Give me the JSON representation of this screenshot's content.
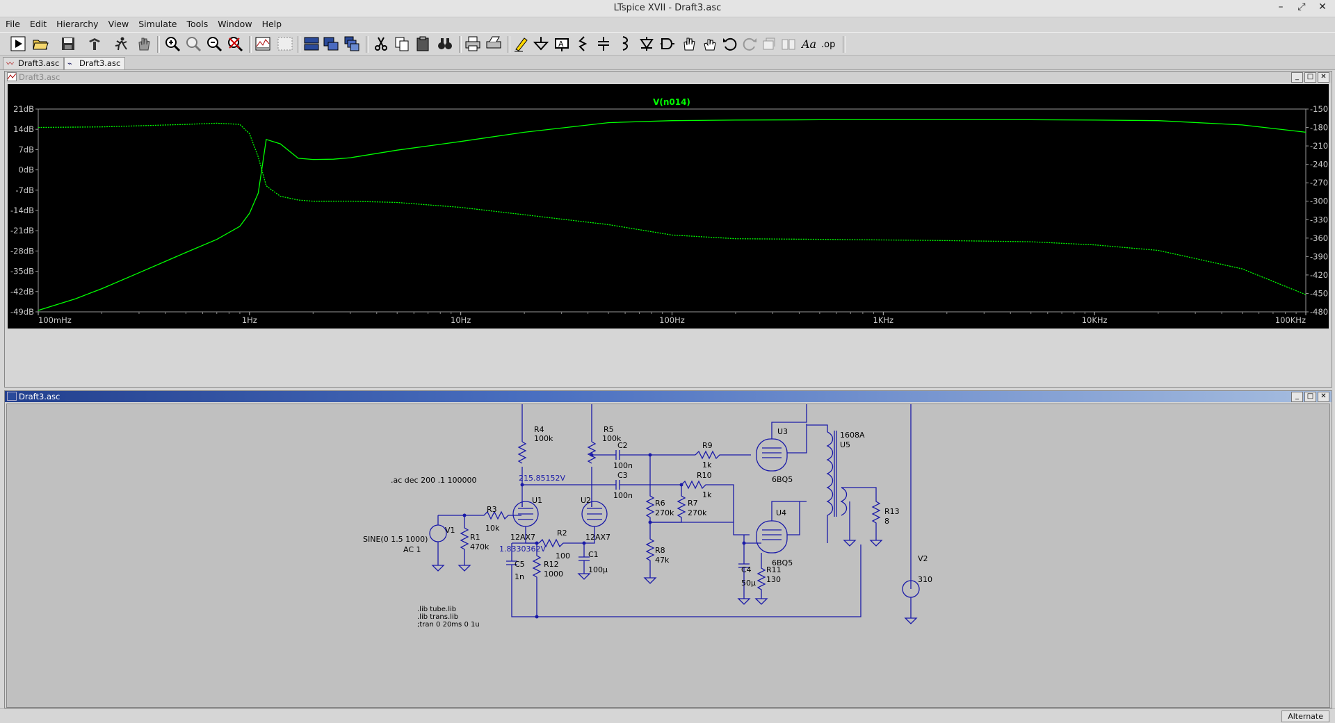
{
  "window": {
    "title": "LTspice XVII - Draft3.asc",
    "controls": [
      "–",
      "⤢",
      "✕"
    ]
  },
  "menu": [
    "File",
    "Edit",
    "Hierarchy",
    "View",
    "Simulate",
    "Tools",
    "Window",
    "Help"
  ],
  "tabs": [
    {
      "label": "Draft3.asc",
      "icon": "waveform-icon",
      "active": false
    },
    {
      "label": "Draft3.asc",
      "icon": "schematic-icon",
      "active": true
    }
  ],
  "toolbar_icons": [
    "run-icon",
    "open-icon",
    "save-icon",
    "control-panel-icon",
    "halt-icon",
    "hand-icon",
    "zoom-in-icon",
    "zoom-pan-icon",
    "zoom-out-icon",
    "zoom-fit-icon",
    "autorange-icon",
    "grid-icon",
    "tile-horizontal-icon",
    "tile-vertical-icon",
    "cascade-icon",
    "cut-icon",
    "copy-icon",
    "paste-icon",
    "find-icon",
    "print-icon",
    "print-setup-icon",
    "draw-wire-icon",
    "ground-icon",
    "label-net-icon",
    "resistor-icon",
    "capacitor-icon",
    "inductor-icon",
    "diode-icon",
    "component-icon",
    "move-icon",
    "drag-icon",
    "undo-icon",
    "redo-icon",
    "rotate-icon",
    "mirror-icon",
    "text-icon",
    "spice-directive-icon"
  ],
  "plot_window": {
    "title": "Draft3.asc",
    "trace_name": "V(n014)",
    "trace_color": "#00ff00",
    "left_axis_ticks": [
      "21dB",
      "14dB",
      "7dB",
      "0dB",
      "-7dB",
      "-14dB",
      "-21dB",
      "-28dB",
      "-35dB",
      "-42dB",
      "-49dB"
    ],
    "right_axis_ticks": [
      "-150°",
      "-180°",
      "-210°",
      "-240°",
      "-270°",
      "-300°",
      "-330°",
      "-360°",
      "-390°",
      "-420°",
      "-450°",
      "-480°"
    ],
    "x_axis_ticks": [
      "100mHz",
      "1Hz",
      "10Hz",
      "100Hz",
      "1KHz",
      "10KHz",
      "100KHz"
    ]
  },
  "chart_data": {
    "type": "line",
    "title": "V(n014)",
    "xscale": "log",
    "xlim": [
      0.1,
      100000
    ],
    "ylim_left": [
      -49,
      21
    ],
    "ylim_right": [
      -480,
      -150
    ],
    "series": [
      {
        "name": "V(n014)",
        "axis": "magnitude_dB",
        "x": [
          0.1,
          0.15,
          0.2,
          0.3,
          0.5,
          0.7,
          0.9,
          1.0,
          1.1,
          1.2,
          1.4,
          1.7,
          2,
          2.5,
          3,
          5,
          10,
          20,
          50,
          100,
          200,
          500,
          1000,
          2000,
          5000,
          10000,
          20000,
          50000,
          100000
        ],
        "y": [
          -48.5,
          -44.5,
          -41,
          -35.5,
          -28.5,
          -24,
          -19.5,
          -15,
          -8,
          10.5,
          9,
          4,
          3.6,
          3.7,
          4.2,
          6.8,
          9.8,
          13,
          16.3,
          17,
          17.2,
          17.3,
          17.3,
          17.3,
          17.3,
          17.2,
          17.0,
          15.5,
          13
        ]
      },
      {
        "name": "V(n014) phase",
        "axis": "phase_deg",
        "x": [
          0.1,
          0.2,
          0.5,
          0.7,
          0.9,
          1.0,
          1.1,
          1.2,
          1.4,
          1.7,
          2,
          3,
          5,
          10,
          20,
          50,
          100,
          200,
          500,
          1000,
          2000,
          5000,
          10000,
          20000,
          50000,
          100000
        ],
        "y": [
          -180,
          -179,
          -175,
          -173,
          -175,
          -190,
          -228,
          -275,
          -292,
          -298,
          -300,
          -300,
          -302,
          -310,
          -322,
          -338,
          -355,
          -361,
          -362,
          -363,
          -364,
          -366,
          -371,
          -380,
          -410,
          -452
        ]
      }
    ]
  },
  "schematic_window": {
    "title": "Draft3.asc",
    "labels": {
      "R4": "R4",
      "R4v": "100k",
      "R5": "R5",
      "R5v": "100k",
      "C2": "C2",
      "C2v": "100n",
      "R9": "R9",
      "R9v": "1k",
      "U3": "U3",
      "U3v": "6BQ5",
      "X1": "1608A",
      "U5": "U5",
      "dir_ac": ".ac dec 200 .1 100000",
      "volt1": "215.85152V",
      "C3": "C3",
      "C3v": "100n",
      "R10": "R10",
      "R10v": "1k",
      "R3": "R3",
      "R3v": "10k",
      "U1": "U1",
      "U1v": "12AX7",
      "U2": "U2",
      "U2v": "12AX7",
      "R6": "R6",
      "R6v": "270k",
      "R7": "R7",
      "R7v": "270k",
      "U4": "U4",
      "U4v": "6BQ5",
      "R13": "R13",
      "R13v": "8",
      "V1": "V1",
      "R1": "R1",
      "R1v": "470k",
      "sine": "SINE(0 1.5 1000)",
      "ac1": "AC 1",
      "volt2": "1.8330362V",
      "R2": "R2",
      "R2v": "100",
      "C1": "C1",
      "C1v": "100µ",
      "R8": "R8",
      "R8v": "47k",
      "V2": "V2",
      "V2v": "310",
      "C5": "C5",
      "C5v": "1n",
      "R12": "R12",
      "R12v": "1000",
      "C4": "C4",
      "C4v": "50µ",
      "R11": "R11",
      "R11v": "130",
      "lib1": ".lib tube.lib",
      "lib2": ".lib trans.lib",
      "tran": ";tran 0 20ms 0 1u"
    }
  },
  "status": {
    "mode": "Alternate"
  },
  "colors": {
    "schematic_wire": "#1a1aa8",
    "schematic_bg": "#c0c0c0",
    "plot_bg": "#000000",
    "grid": "#888888"
  }
}
